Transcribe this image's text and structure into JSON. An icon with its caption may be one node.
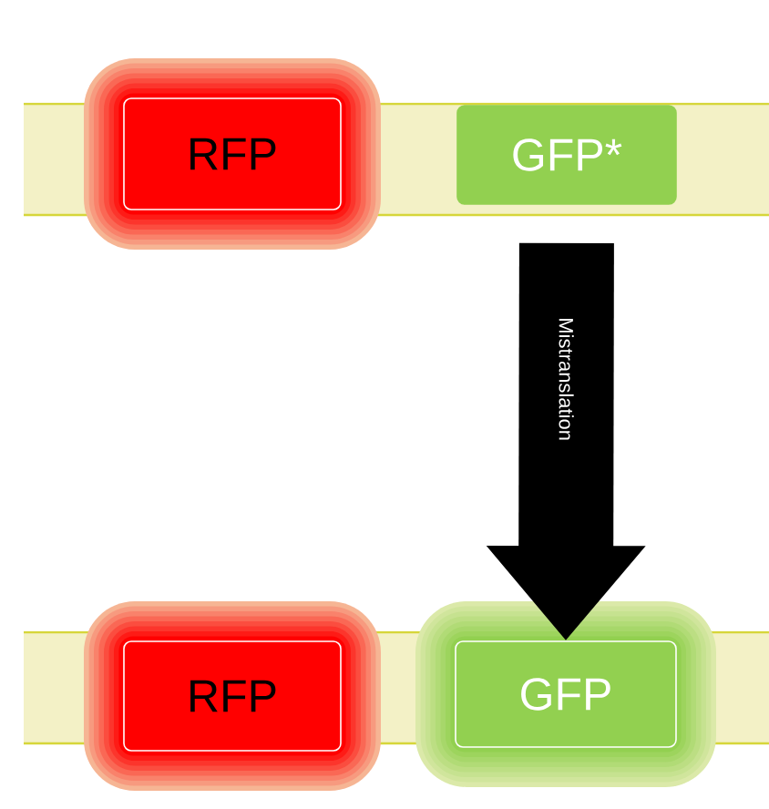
{
  "diagram": {
    "nodes": [
      {
        "text": [],
        "shape": "bar"
      },
      {
        "text": [
          "RFP"
        ],
        "in": 0
      },
      {
        "text": [
          "GFP*"
        ],
        "in": 0
      },
      {
        "text": [],
        "shape": "bar"
      },
      {
        "text": [
          "RFP"
        ],
        "in": 3
      },
      {
        "text": [
          "GFP"
        ],
        "in": 3
      }
    ],
    "edges": [
      {
        "from": 2,
        "to": 5,
        "arrow": "to",
        "label": "Mistranslation"
      }
    ]
  }
}
